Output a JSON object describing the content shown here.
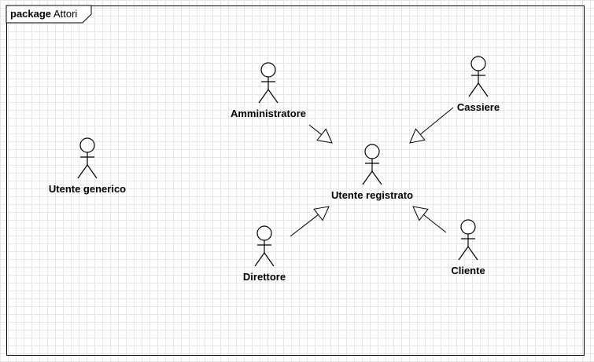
{
  "package": {
    "keyword": "package",
    "name": "Attori"
  },
  "actors": [
    {
      "id": "utente-generico",
      "label": "Utente generico"
    },
    {
      "id": "amministratore",
      "label": "Amministratore"
    },
    {
      "id": "cassiere",
      "label": "Cassiere"
    },
    {
      "id": "utente-registrato",
      "label": "Utente registrato"
    },
    {
      "id": "direttore",
      "label": "Direttore"
    },
    {
      "id": "cliente",
      "label": "Cliente"
    }
  ],
  "generalizations": [
    {
      "from": "amministratore",
      "to": "utente-registrato"
    },
    {
      "from": "cassiere",
      "to": "utente-registrato"
    },
    {
      "from": "direttore",
      "to": "utente-registrato"
    },
    {
      "from": "cliente",
      "to": "utente-registrato"
    }
  ]
}
